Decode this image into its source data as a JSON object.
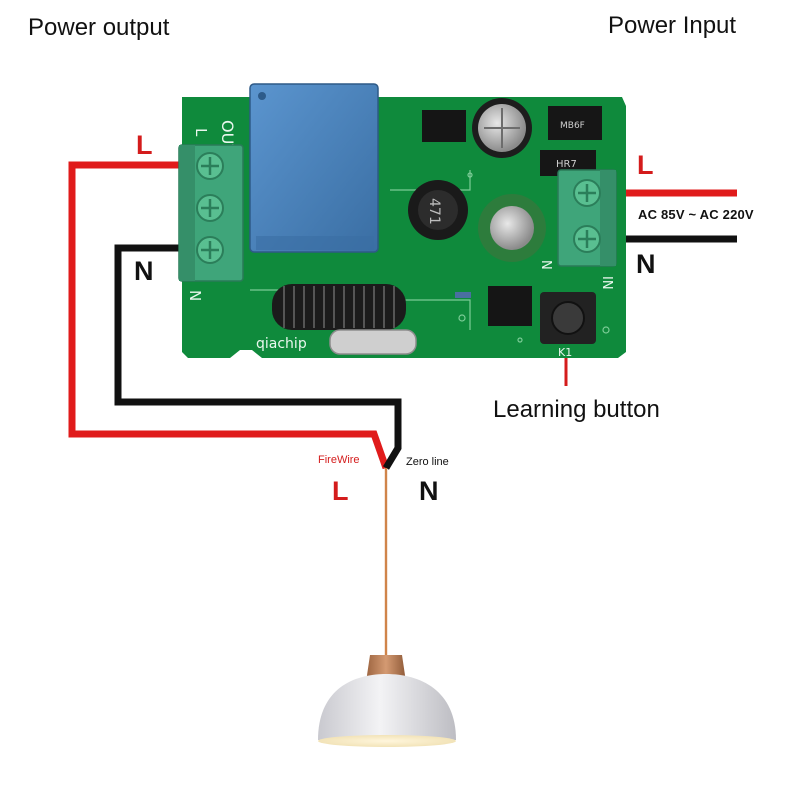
{
  "labels": {
    "power_output": "Power output",
    "power_input": "Power Input",
    "output_l": "L",
    "output_n": "N",
    "input_l": "L",
    "input_n": "N",
    "voltage_range": "AC 85V ~ AC 220V",
    "learning_button": "Learning button",
    "fire_wire": "FireWire",
    "zero_line": "Zero line",
    "lamp_l": "L",
    "lamp_n": "N"
  },
  "board": {
    "brand": "qiachip",
    "out_marking": "OUT",
    "in_marking": "IN",
    "inductor_code": "471",
    "ic_code": "HR7",
    "bridge_code": "MB6F",
    "button_marking": "K1",
    "terminal_l": "L",
    "terminal_n": "N"
  },
  "colors": {
    "live_wire": "#e01b1b",
    "neutral_wire": "#111111",
    "pcb": "#0f8a3c",
    "terminal": "#3fa57a",
    "relay": "#4a82bb",
    "lamp_shade": "#e7e7ea",
    "lamp_cap": "#b87a52"
  }
}
